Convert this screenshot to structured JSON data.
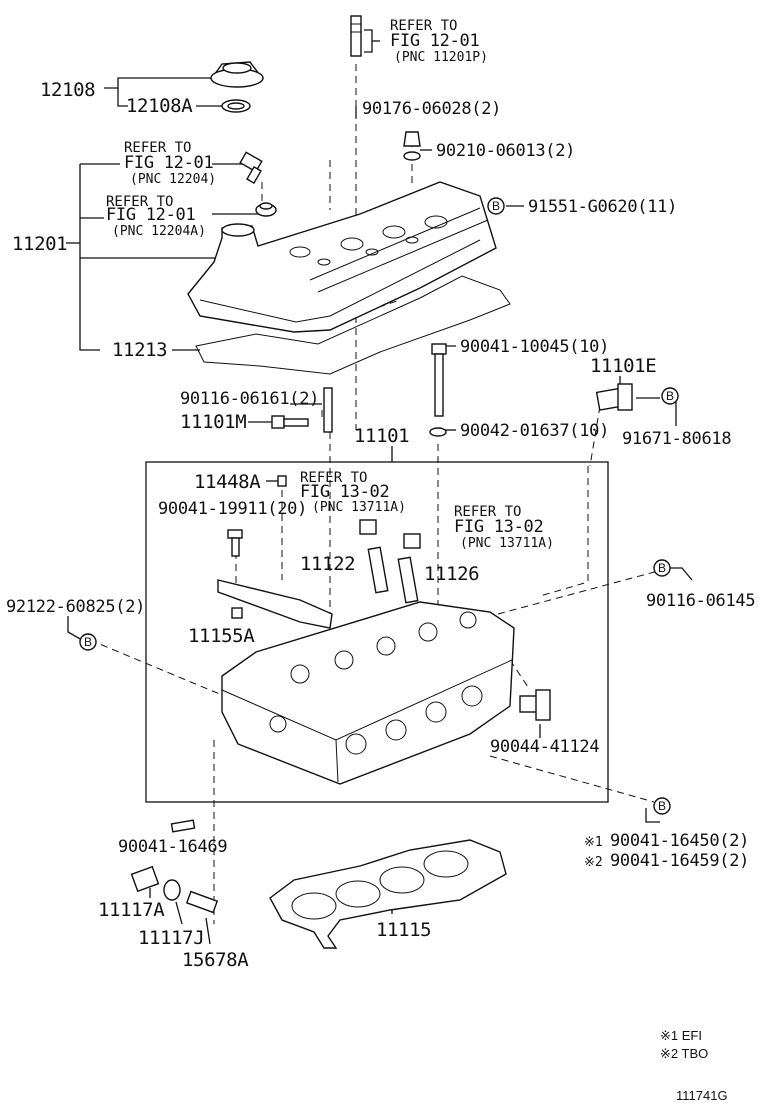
{
  "diagram": {
    "labels": {
      "p12108": "12108",
      "p12108a": "12108A",
      "p11201": "11201",
      "p11213": "11213",
      "p90176": "90176-06028(2)",
      "p90210": "90210-06013(2)",
      "p91551": "91551-G0620(11)",
      "p90041_10045": "90041-10045(10)",
      "p11101e": "11101E",
      "p90042": "90042-01637(10)",
      "p91671": "91671-80618",
      "p90116_06161": "90116-06161(2)",
      "p11101m": "11101M",
      "p11101": "11101",
      "p11448a": "11448A",
      "p90041_19911": "90041-19911(20)",
      "p11122": "11122",
      "p11126": "11126",
      "p92122": "92122-60825(2)",
      "p11155a": "11155A",
      "p90116_06145": "90116-06145",
      "p90044": "90044-41124",
      "p90041_16469": "90041-16469",
      "p90041_16450": "90041-16450(2)",
      "p90041_16459": "90041-16459(2)",
      "p11117a": "11117A",
      "p11117j": "11117J",
      "p15678a": "15678A",
      "p11115": "11115"
    },
    "refs": {
      "r1_a": "REFER TO",
      "r1_b": "FIG 12-01",
      "r1_c": "(PNC 11201P)",
      "r2_a": "REFER TO",
      "r2_b": "FIG 12-01",
      "r2_c": "(PNC 12204)",
      "r3_a": "REFER TO",
      "r3_b": "FIG 12-01",
      "r3_c": "(PNC 12204A)",
      "r4_a": "REFER TO",
      "r4_b": "FIG 13-02",
      "r4_c": "(PNC 13711A)",
      "r5_a": "REFER TO",
      "r5_b": "FIG 13-02",
      "r5_c": "(PNC 13711A)"
    },
    "circle_b": "B",
    "marker_1": "※1",
    "marker_2": "※2",
    "legend": {
      "line1": "※1 EFI",
      "line2": "※2 TBO"
    },
    "figure_code": "111741G"
  }
}
